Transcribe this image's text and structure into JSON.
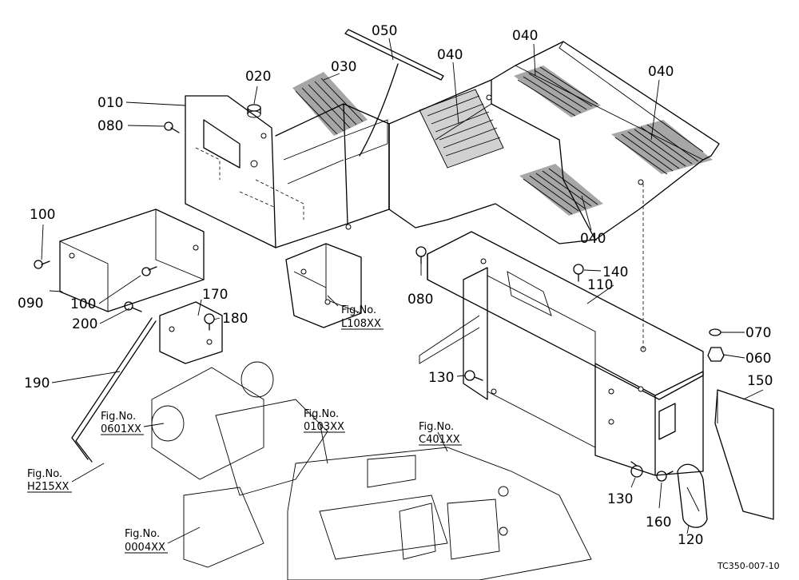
{
  "labels": {
    "p010": "010",
    "p020": "020",
    "p030": "030",
    "p040a": "040",
    "p040b": "040",
    "p040c": "040",
    "p040d": "040",
    "p050": "050",
    "p060": "060",
    "p070": "070",
    "p080a": "080",
    "p080b": "080",
    "p090": "090",
    "p100a": "100",
    "p100b": "100",
    "p110": "110",
    "p120": "120",
    "p130a": "130",
    "p130b": "130",
    "p140": "140",
    "p150": "150",
    "p160": "160",
    "p170": "170",
    "p180": "180",
    "p190": "190",
    "p200": "200"
  },
  "figure_refs": {
    "l108": {
      "line1": "Fig.No.",
      "line2": "L108XX"
    },
    "f0601": {
      "line1": "Fig.No.",
      "line2": "0601XX"
    },
    "f0103": {
      "line1": "Fig.No.",
      "line2": "0103XX"
    },
    "c401": {
      "line1": "Fig.No.",
      "line2": "C401XX"
    },
    "h215": {
      "line1": "Fig.No.",
      "line2": "H215XX"
    },
    "f0004": {
      "line1": "Fig.No.",
      "line2": "0004XX"
    }
  },
  "drawing_code": "TC350-007-10"
}
